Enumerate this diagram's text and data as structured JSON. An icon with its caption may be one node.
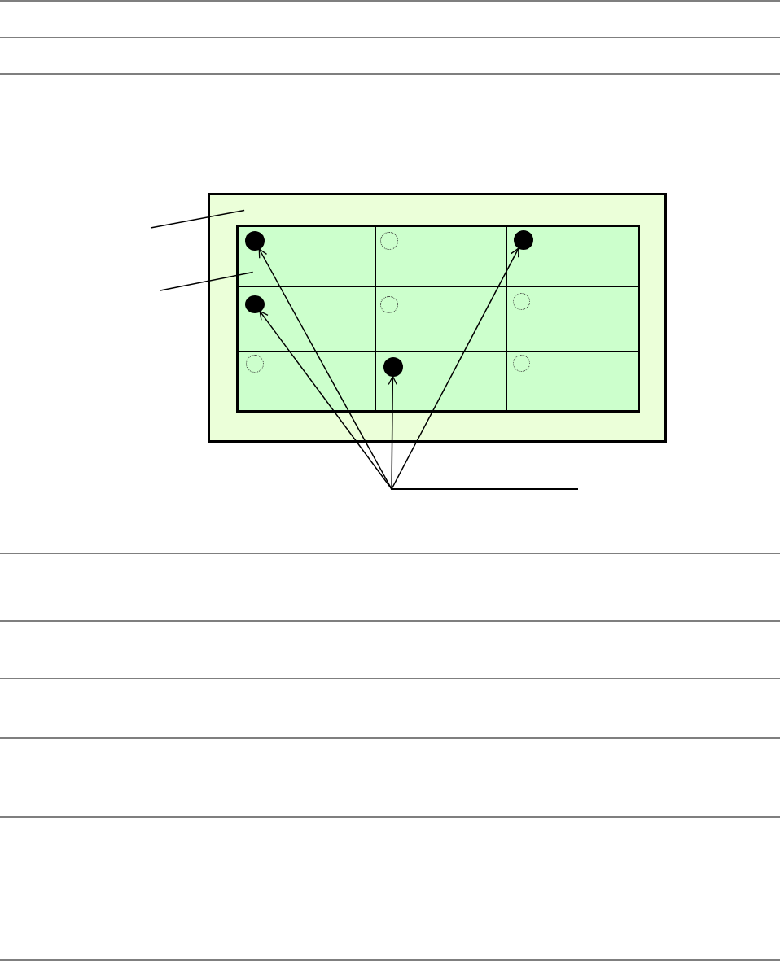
{
  "diagram": {
    "nodes": [
      {
        "text": [],
        "shape": "box"
      },
      {
        "text": [],
        "shape": "box",
        "in": 0
      },
      {
        "text": [],
        "shape": "box",
        "in": 1
      },
      {
        "text": [],
        "shape": "box",
        "in": 1
      },
      {
        "text": [],
        "shape": "box",
        "in": 1
      },
      {
        "text": [],
        "shape": "box",
        "in": 1
      },
      {
        "text": [],
        "shape": "box",
        "in": 1
      },
      {
        "text": [],
        "shape": "box",
        "in": 1
      },
      {
        "text": [],
        "shape": "box",
        "in": 1
      },
      {
        "text": [],
        "shape": "box",
        "in": 1
      },
      {
        "text": [],
        "shape": "box",
        "in": 1
      },
      {
        "text": [],
        "shape": "circle",
        "in": 2
      },
      {
        "text": [],
        "shape": "circle",
        "in": 3
      },
      {
        "text": [],
        "shape": "circle",
        "in": 4
      },
      {
        "text": [],
        "shape": "circle",
        "in": 5
      },
      {
        "text": [],
        "shape": "circle",
        "in": 6
      },
      {
        "text": [],
        "shape": "circle",
        "in": 7
      },
      {
        "text": [],
        "shape": "circle",
        "in": 8
      },
      {
        "text": [],
        "shape": "circle",
        "in": 9
      },
      {
        "text": [],
        "shape": "circle",
        "in": 10
      }
    ],
    "edges": [
      {
        "from": null,
        "to": 0,
        "arrow": "none"
      },
      {
        "from": null,
        "to": 2,
        "arrow": "none"
      },
      {
        "from": null,
        "to": 11,
        "arrow": "to"
      },
      {
        "from": null,
        "to": 14,
        "arrow": "to"
      },
      {
        "from": null,
        "to": 18,
        "arrow": "to"
      },
      {
        "from": null,
        "to": 13,
        "arrow": "to"
      }
    ]
  }
}
